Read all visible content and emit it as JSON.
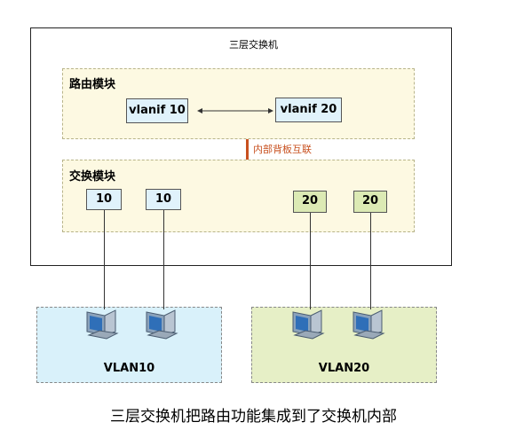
{
  "switch": {
    "title": "三层交换机",
    "routing_module": {
      "label": "路由模块",
      "vlanif_left": "vlanif 10",
      "vlanif_right": "vlanif 20"
    },
    "backplane_label": "内部背板互联",
    "switching_module": {
      "label": "交换模块",
      "ports": [
        "10",
        "10",
        "20",
        "20"
      ]
    }
  },
  "vlans": [
    {
      "label": "VLAN10",
      "color": "#d9f1fa"
    },
    {
      "label": "VLAN20",
      "color": "#e6efc6"
    }
  ],
  "colors": {
    "module_fill": "#fdf9e2",
    "vlanif_fill": "#e0f2fb",
    "vlan20_port_fill": "#dceab4",
    "backplane": "#c8501f"
  },
  "icons": [
    "computer-icon",
    "bidirectional-arrow-icon"
  ],
  "caption": "三层交换机把路由功能集成到了交换机内部"
}
